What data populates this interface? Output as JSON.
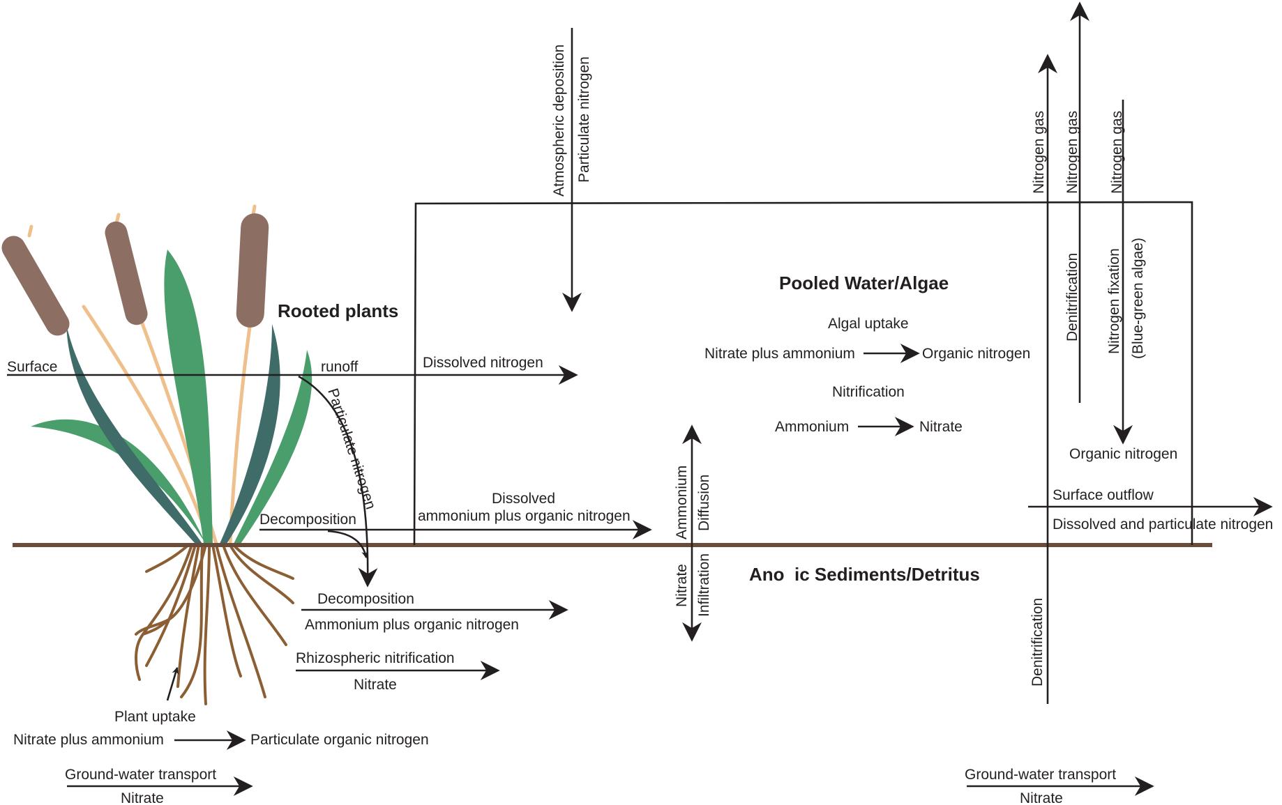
{
  "colors": {
    "ink": "#231f20",
    "ground": "#6b4c3b",
    "roots": "#8b5e34",
    "cattail_head": "#8d6e63",
    "cattail_stem": "#efbf8c",
    "leaf_green": "#4a9e6b",
    "leaf_dark": "#3f6b68"
  },
  "headings": {
    "rooted_plants": "Rooted plants",
    "pooled_water": "Pooled Water/Algae",
    "sediments": "Ano  ic Sediments/Detritus"
  },
  "labels": {
    "surface": "Surface",
    "runoff": "runoff",
    "dissolved_nitrogen": "Dissolved nitrogen",
    "particulate_nitrogen_curve": "Particulate nitrogen",
    "atmospheric_deposition": "Atmospheric deposition",
    "particulate_nitrogen_atm": "Particulate nitrogen",
    "algal_uptake": "Algal uptake",
    "nitrate_plus_ammonium_algal": "Nitrate plus ammonium",
    "organic_nitrogen_algal": "Organic nitrogen",
    "nitrification": "Nitrification",
    "ammonium_nitr": "Ammonium",
    "nitrate_nitr": "Nitrate",
    "nitrogen_gas_1": "Nitrogen gas",
    "nitrogen_gas_2": "Nitrogen gas",
    "nitrogen_gas_3": "Nitrogen gas",
    "denitrification_water": "Denitrification",
    "nitrogen_fixation": "Nitrogen fixation",
    "blue_green_algae": "(Blue-green algae)",
    "organic_nitrogen_fix": "Organic nitrogen",
    "surface_outflow": "Surface outflow",
    "dissolved_particulate_nitrogen": "Dissolved and particulate nitrogen",
    "decomposition_upper": "Decomposition",
    "dissolved": "Dissolved",
    "ammonium_plus_organic_nitrogen_upper": "ammonium plus organic nitrogen",
    "ammonium_diffusion": "Ammonium",
    "diffusion": "Diffusion",
    "nitrate_infiltration": "Nitrate",
    "infiltration": "Infiltration",
    "decomposition_lower": "Decomposition",
    "ammonium_plus_organic_nitrogen_lower": "Ammonium plus organic nitrogen",
    "rhizospheric_nitrification": "Rhizospheric nitrification",
    "nitrate_rhizo": "Nitrate",
    "plant_uptake": "Plant uptake",
    "nitrate_plus_ammonium_plant": "Nitrate plus ammonium",
    "particulate_organic_nitrogen": "Particulate organic nitrogen",
    "groundwater_transport_left": "Ground-water transport",
    "nitrate_gw_left": "Nitrate",
    "groundwater_transport_right": "Ground-water transport",
    "nitrate_gw_right": "Nitrate",
    "denitrification_sediment": "Denitrification"
  }
}
